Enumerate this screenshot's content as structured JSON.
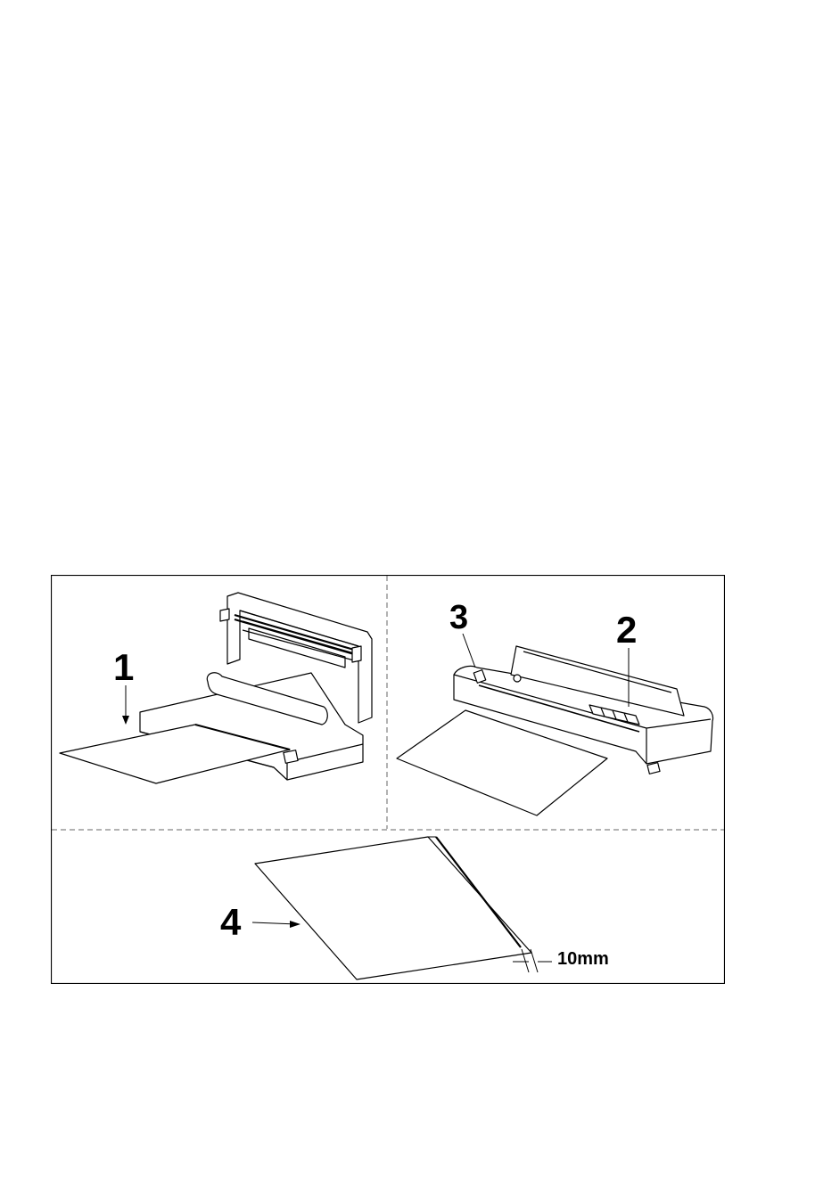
{
  "figure": {
    "callouts": {
      "c1": "1",
      "c2": "2",
      "c3": "3",
      "c4": "4"
    },
    "dimension_label": "10mm"
  },
  "colors": {
    "line": "#000000",
    "background": "#ffffff"
  }
}
